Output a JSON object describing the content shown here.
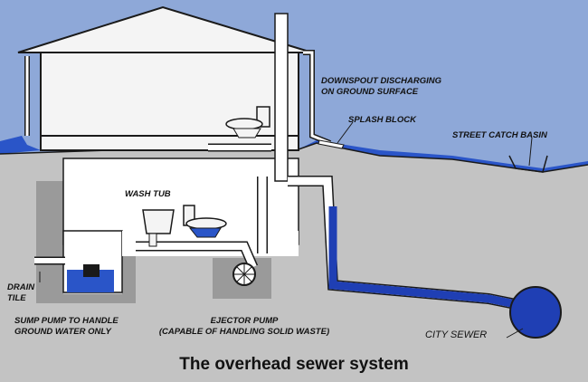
{
  "labels": {
    "downspout": [
      "DOWNSPOUT DISCHARGING",
      "ON GROUND SURFACE"
    ],
    "splash_block": "SPLASH BLOCK",
    "street_catch_basin": "STREET CATCH BASIN",
    "wash_tub": "WASH TUB",
    "drain_tile": [
      "DRAIN",
      "TILE"
    ],
    "sump_pump": [
      "SUMP PUMP TO HANDLE",
      "GROUND WATER ONLY"
    ],
    "ejector_pump": [
      "EJECTOR PUMP",
      "(CAPABLE OF HANDLING SOLID WASTE)"
    ],
    "city_sewer": "CITY SEWER"
  },
  "caption": "The overhead sewer system",
  "colors": {
    "sky": "#8ea8d8",
    "ground": "#c3c3c3",
    "pipe_blue": "#1f3fb4",
    "water_blue": "#2a55c8",
    "outline": "#1a1a1a",
    "house_white": "#f4f4f4"
  }
}
